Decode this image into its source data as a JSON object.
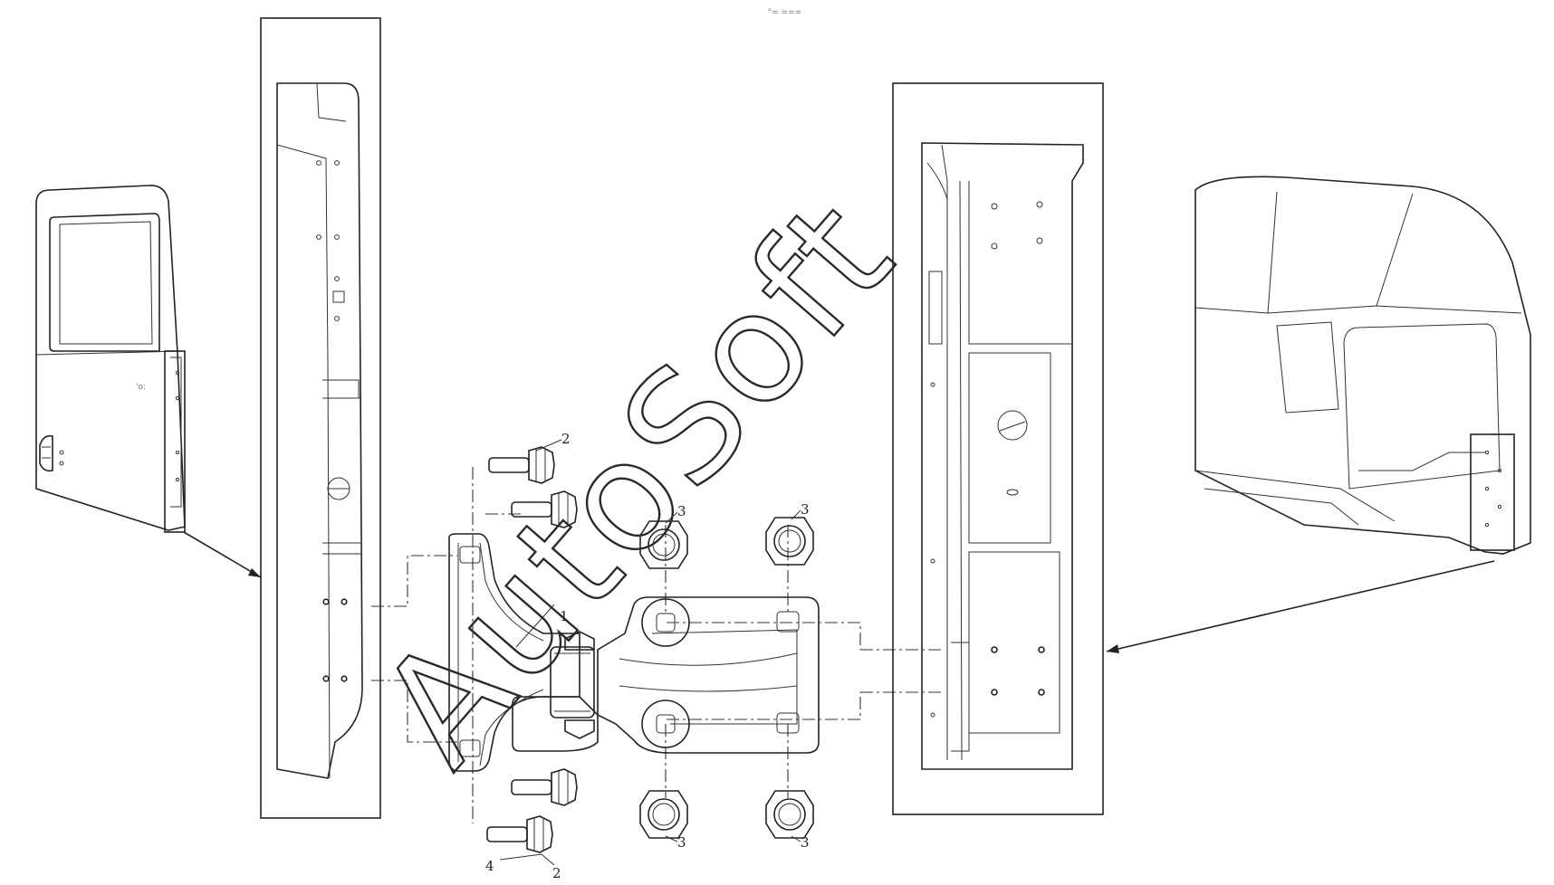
{
  "header_mark": "\"= ===",
  "watermark": "AutoSoft",
  "callouts": {
    "hinge": "1",
    "bolt_top": "2",
    "bolt_bottom": "2",
    "bushing_top_left": "3",
    "bushing_top_right": "3",
    "bushing_bottom_left": "3",
    "bushing_bottom_right": "3",
    "item_4": "4"
  }
}
